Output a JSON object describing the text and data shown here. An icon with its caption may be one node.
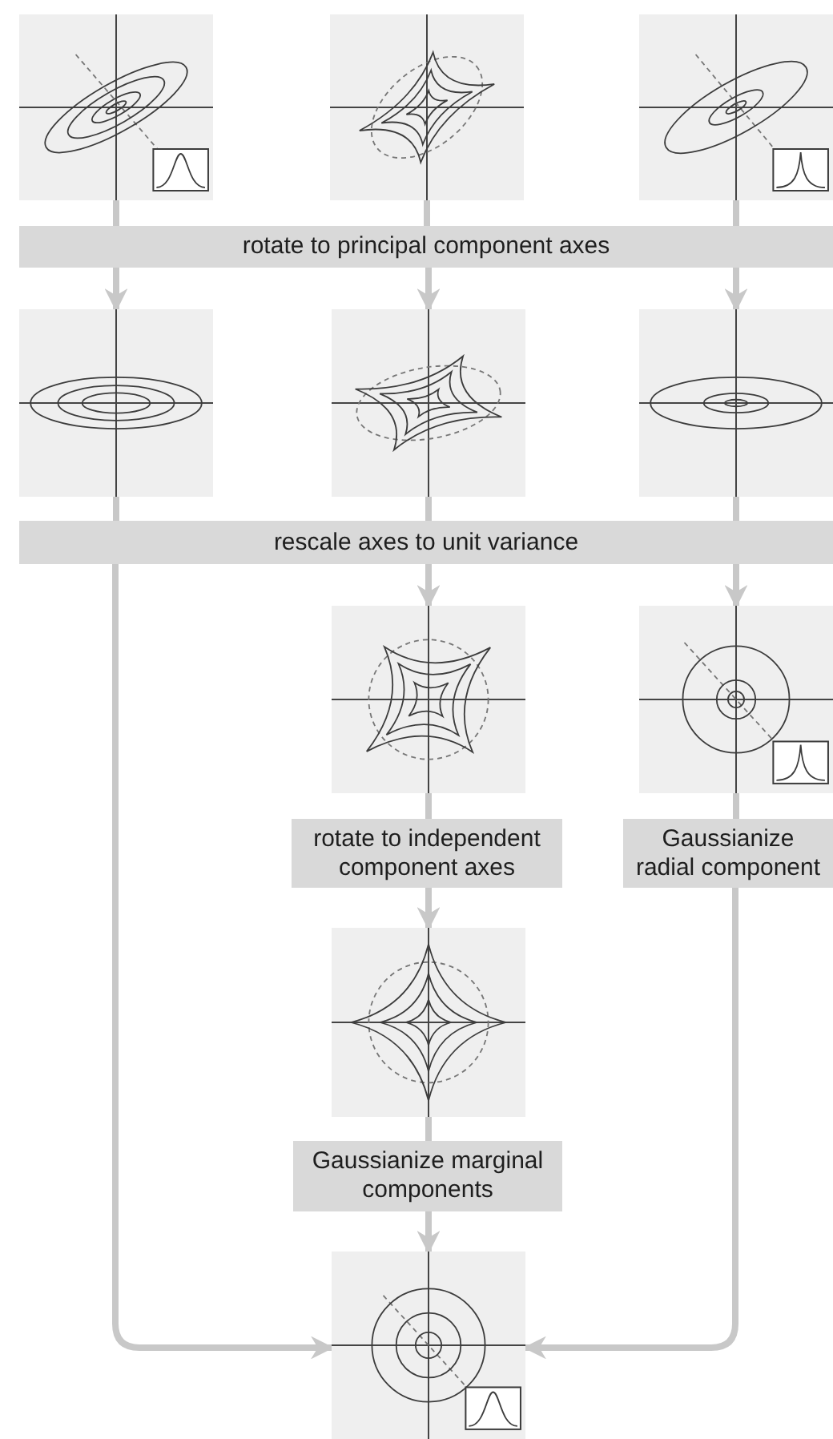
{
  "diagram": {
    "nodes": [
      {
        "text": [],
        "shape": "picture"
      },
      {
        "text": [],
        "shape": "picture"
      },
      {
        "text": [],
        "shape": "picture"
      },
      {
        "text": [
          "rotate to principal component axes"
        ]
      },
      {
        "text": [],
        "shape": "picture"
      },
      {
        "text": [],
        "shape": "picture"
      },
      {
        "text": [],
        "shape": "picture"
      },
      {
        "text": [
          "rescale axes to unit variance"
        ]
      },
      {
        "text": [],
        "shape": "picture"
      },
      {
        "text": [],
        "shape": "picture"
      },
      {
        "text": [
          "rotate to independent component axes"
        ]
      },
      {
        "text": [
          "Gaussianize radial component"
        ]
      },
      {
        "text": [],
        "shape": "picture"
      },
      {
        "text": [
          "Gaussianize marginal components"
        ]
      },
      {
        "text": [],
        "shape": "picture"
      }
    ],
    "edges": [
      {
        "from": 0,
        "to": 3,
        "arrow": "none"
      },
      {
        "from": 1,
        "to": 3,
        "arrow": "none"
      },
      {
        "from": 2,
        "to": 3,
        "arrow": "none"
      },
      {
        "from": 3,
        "to": 4,
        "arrow": "to"
      },
      {
        "from": 3,
        "to": 5,
        "arrow": "to"
      },
      {
        "from": 3,
        "to": 6,
        "arrow": "to"
      },
      {
        "from": 4,
        "to": 7,
        "arrow": "none"
      },
      {
        "from": 5,
        "to": 7,
        "arrow": "none"
      },
      {
        "from": 6,
        "to": 7,
        "arrow": "none"
      },
      {
        "from": 7,
        "to": 8,
        "arrow": "to"
      },
      {
        "from": 7,
        "to": 9,
        "arrow": "to"
      },
      {
        "from": 7,
        "to": 14,
        "arrow": "to"
      },
      {
        "from": 8,
        "to": 10,
        "arrow": "none"
      },
      {
        "from": 9,
        "to": 11,
        "arrow": "none"
      },
      {
        "from": 10,
        "to": 12,
        "arrow": "to"
      },
      {
        "from": 11,
        "to": 14,
        "arrow": "to"
      },
      {
        "from": 12,
        "to": 13,
        "arrow": "none"
      },
      {
        "from": 13,
        "to": 14,
        "arrow": "to"
      }
    ]
  }
}
